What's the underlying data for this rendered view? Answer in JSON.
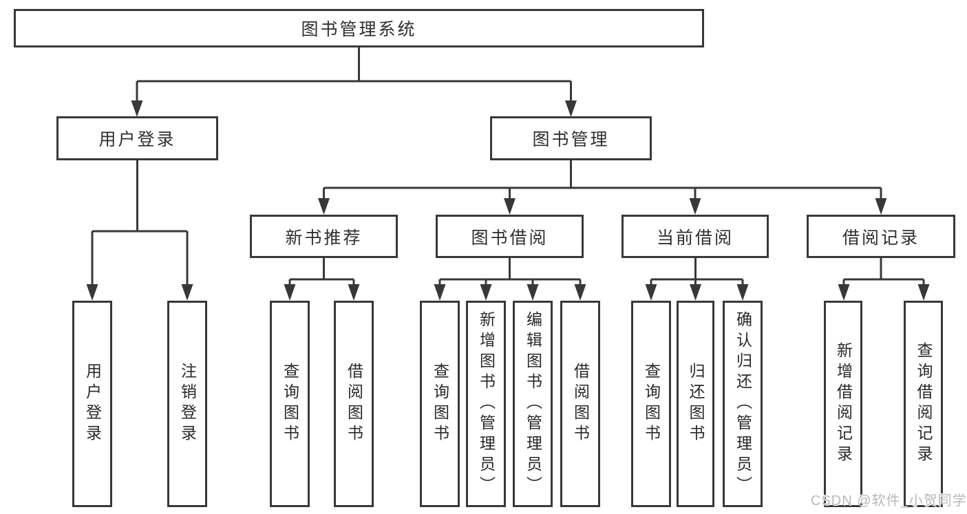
{
  "diagram": {
    "root": {
      "label": "图书管理系统"
    },
    "level2": [
      {
        "label": "用户登录",
        "parent": "图书管理系统"
      },
      {
        "label": "图书管理",
        "parent": "图书管理系统"
      }
    ],
    "level3": [
      {
        "label": "新书推荐",
        "parent": "图书管理"
      },
      {
        "label": "图书借阅",
        "parent": "图书管理"
      },
      {
        "label": "当前借阅",
        "parent": "图书管理"
      },
      {
        "label": "借阅记录",
        "parent": "图书管理"
      }
    ],
    "leaves": [
      {
        "label": "用户登录",
        "parent": "用户登录"
      },
      {
        "label": "注销登录",
        "parent": "用户登录"
      },
      {
        "label": "查询图书",
        "parent": "新书推荐"
      },
      {
        "label": "借阅图书",
        "parent": "新书推荐"
      },
      {
        "label": "查询图书",
        "parent": "图书借阅"
      },
      {
        "label": "新增图书（管理员）",
        "parent": "图书借阅"
      },
      {
        "label": "编辑图书（管理员）",
        "parent": "图书借阅"
      },
      {
        "label": "借阅图书",
        "parent": "图书借阅"
      },
      {
        "label": "查询图书",
        "parent": "当前借阅"
      },
      {
        "label": "归还图书",
        "parent": "当前借阅"
      },
      {
        "label": "确认归还（管理员）",
        "parent": "当前借阅"
      },
      {
        "label": "新增借阅记录",
        "parent": "借阅记录"
      },
      {
        "label": "查询借阅记录",
        "parent": "借阅记录"
      }
    ]
  },
  "watermark": {
    "text": "CSDN @软件_小贺同学"
  },
  "colors": {
    "line": "#383838",
    "box_border": "#383838",
    "box_background": "#ffffff",
    "text": "#2f2f2f",
    "watermark": "#b9b9b9",
    "page_background": "#ffffff"
  }
}
